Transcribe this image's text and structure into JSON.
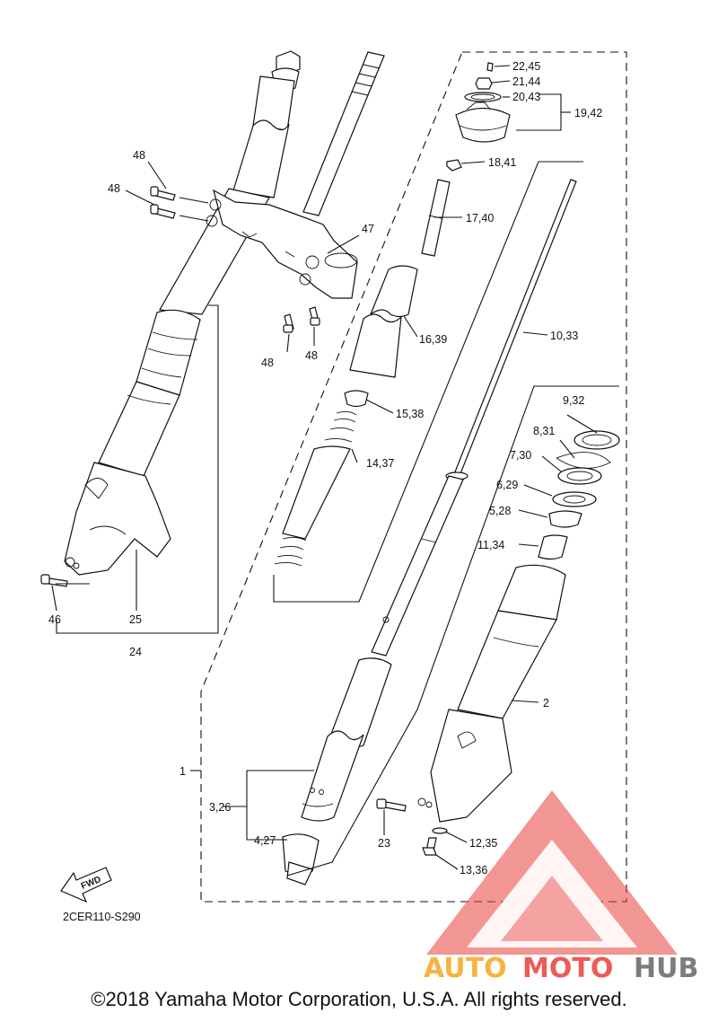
{
  "callouts": {
    "c22_45": "22,45",
    "c21_44": "21,44",
    "c20_43": "20,43",
    "c19_42": "19,42",
    "c18_41": "18,41",
    "c17_40": "17,40",
    "c16_39": "16,39",
    "c15_38": "15,38",
    "c14_37": "14,37",
    "c10_33": "10,33",
    "c9_32": "9,32",
    "c8_31": "8,31",
    "c7_30": "7,30",
    "c6_29": "6,29",
    "c5_28": "5,28",
    "c11_34": "11,34",
    "c2": "2",
    "c1": "1",
    "c3_26": "3,26",
    "c4_27": "4,27",
    "c23": "23",
    "c12_35": "12,35",
    "c13_36": "13,36",
    "c47": "47",
    "c48a": "48",
    "c48b": "48",
    "c48c": "48",
    "c48d": "48",
    "c46": "46",
    "c25": "25",
    "c24": "24"
  },
  "fwd_label": "FWD",
  "diagram_code": "2CER110-S290",
  "watermark": {
    "auto": "AUTO",
    "moto": "MOTO",
    "hub": "HUB"
  },
  "colors": {
    "watermark_red": "#e8403a",
    "watermark_orange": "#f5a623",
    "watermark_gray": "#6d6e71",
    "line": "#111111"
  },
  "copyright": "©2018 Yamaha Motor Corporation, U.S.A. All rights reserved."
}
